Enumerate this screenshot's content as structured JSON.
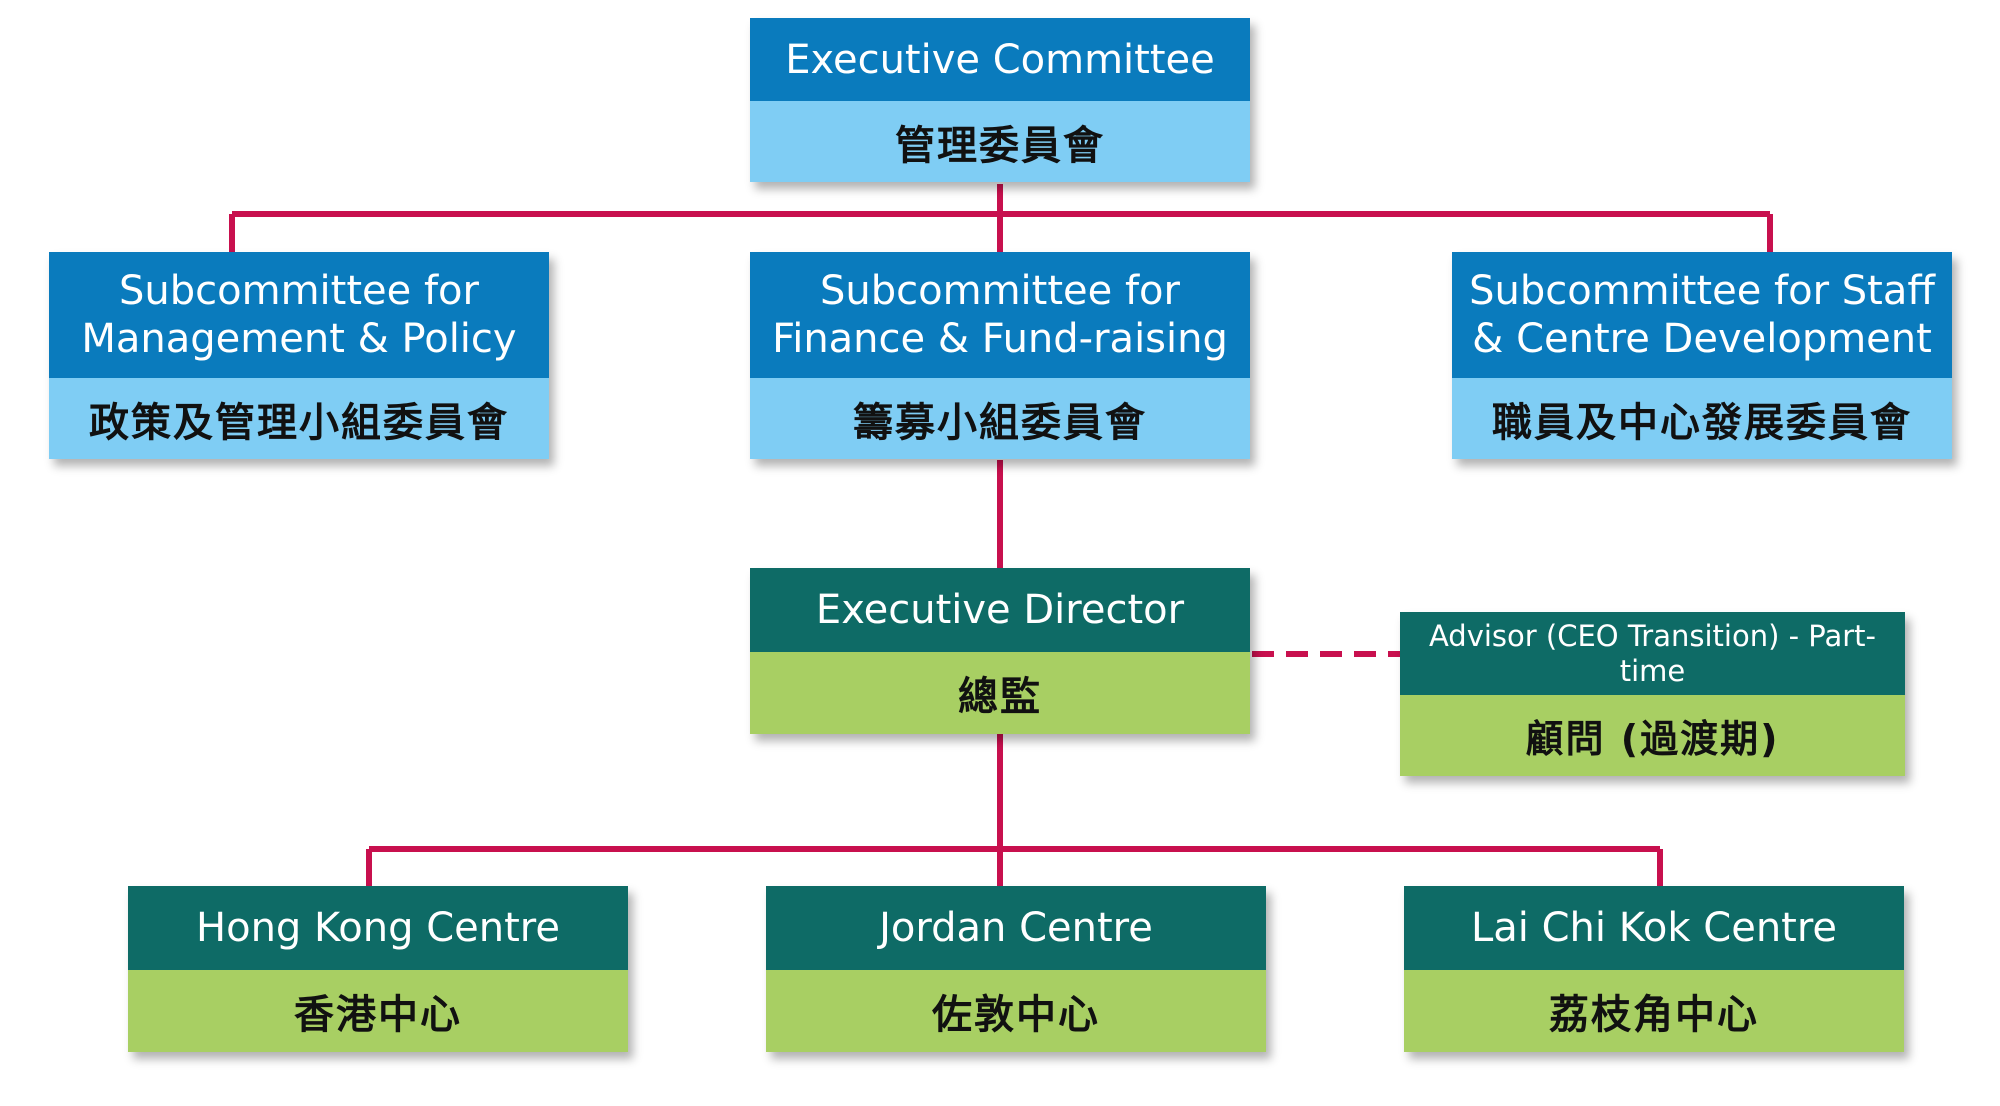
{
  "colors": {
    "board_title": "#0a7bbd",
    "board_subtitle": "#7fcdf4",
    "management_title": "#0e6b66",
    "management_subtitle": "#a8cf63",
    "connector": "#c8104e"
  },
  "executive_committee": {
    "en": "Executive Committee",
    "zh": "管理委員會"
  },
  "subcommittees": [
    {
      "en": "Subcommittee for Management & Policy",
      "zh": "政策及管理小組委員會"
    },
    {
      "en": "Subcommittee for Finance & Fund-raising",
      "zh": "籌募小組委員會"
    },
    {
      "en": "Subcommittee for Staff & Centre Development",
      "zh": "職員及中心發展委員會"
    }
  ],
  "executive_director": {
    "en": "Executive Director",
    "zh": "總監"
  },
  "advisor": {
    "en": "Advisor (CEO Transition) - Part-time",
    "zh": "顧問 (過渡期)"
  },
  "centres": [
    {
      "en": "Hong Kong Centre",
      "zh": "香港中心"
    },
    {
      "en": "Jordan Centre",
      "zh": "佐敦中心"
    },
    {
      "en": "Lai Chi Kok Centre",
      "zh": "荔枝角中心"
    }
  ]
}
